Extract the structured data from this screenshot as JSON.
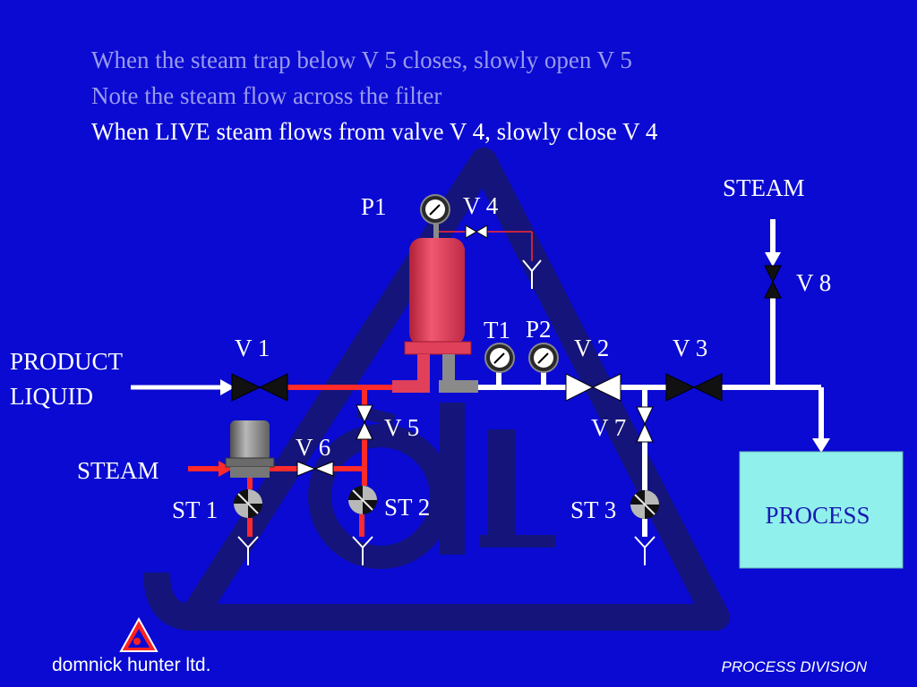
{
  "instructions": {
    "line1": "When the steam trap below V 5 closes, slowly open V 5",
    "line2": "Note the steam flow across the filter",
    "line3": "When LIVE steam flows from valve V 4, slowly close V 4"
  },
  "colors": {
    "background": "#0a0ad2",
    "faded_text": "#9a9aee",
    "active_text": "#ffffff",
    "watermark": "#14147a",
    "product_line": "#ffffff",
    "steam_line": "#ff2a2a",
    "filter_housing": "#e0405a",
    "process_box": "#8ff0ec"
  },
  "diagram": {
    "labels": {
      "p1": "P1",
      "v4": "V 4",
      "steam_top": "STEAM",
      "v8": "V 8",
      "t1": "T1",
      "p2": "P2",
      "v1": "V 1",
      "v2": "V 2",
      "v3": "V 3",
      "product_1": "PRODUCT",
      "product_2": "LIQUID",
      "v5": "V 5",
      "v6": "V 6",
      "v7": "V 7",
      "steam_left": "STEAM",
      "st1": "ST 1",
      "st2": "ST 2",
      "st3": "ST 3",
      "process": "PROCESS"
    }
  },
  "footer": {
    "company": "domnick hunter ltd.",
    "division": "PROCESS DIVISION"
  }
}
